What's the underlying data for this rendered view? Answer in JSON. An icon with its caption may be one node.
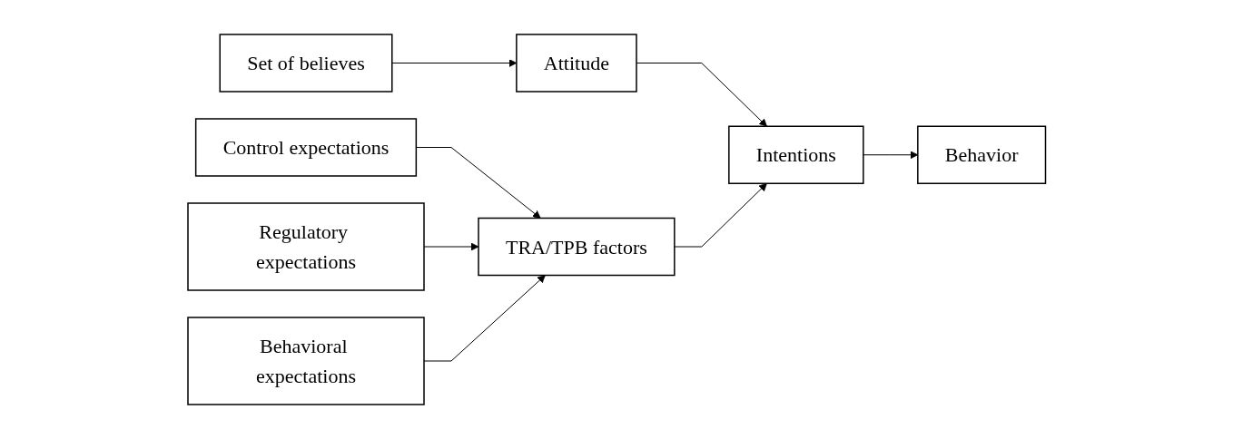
{
  "diagram": {
    "nodes": [
      {
        "text": [
          "Behavioral expectations"
        ]
      },
      {
        "text": [
          "Regulatory expectations"
        ]
      },
      {
        "text": [
          "Control expectations"
        ]
      },
      {
        "text": [
          "Set of believes"
        ]
      },
      {
        "text": [
          "TRA/TPB factors"
        ]
      },
      {
        "text": [
          "Behavior"
        ]
      },
      {
        "text": [
          "Attitude"
        ]
      },
      {
        "text": [
          "Intentions"
        ]
      }
    ],
    "edges": [
      {
        "from": 3,
        "to": 6,
        "arrow": "to"
      },
      {
        "from": 6,
        "to": 7,
        "arrow": "to"
      },
      {
        "from": 7,
        "to": 5,
        "arrow": "to"
      },
      {
        "from": 4,
        "to": 7,
        "arrow": "to"
      },
      {
        "from": 2,
        "to": 4,
        "arrow": "to"
      },
      {
        "from": 1,
        "to": 4,
        "arrow": "to"
      },
      {
        "from": 0,
        "to": 4,
        "arrow": "to"
      }
    ]
  }
}
